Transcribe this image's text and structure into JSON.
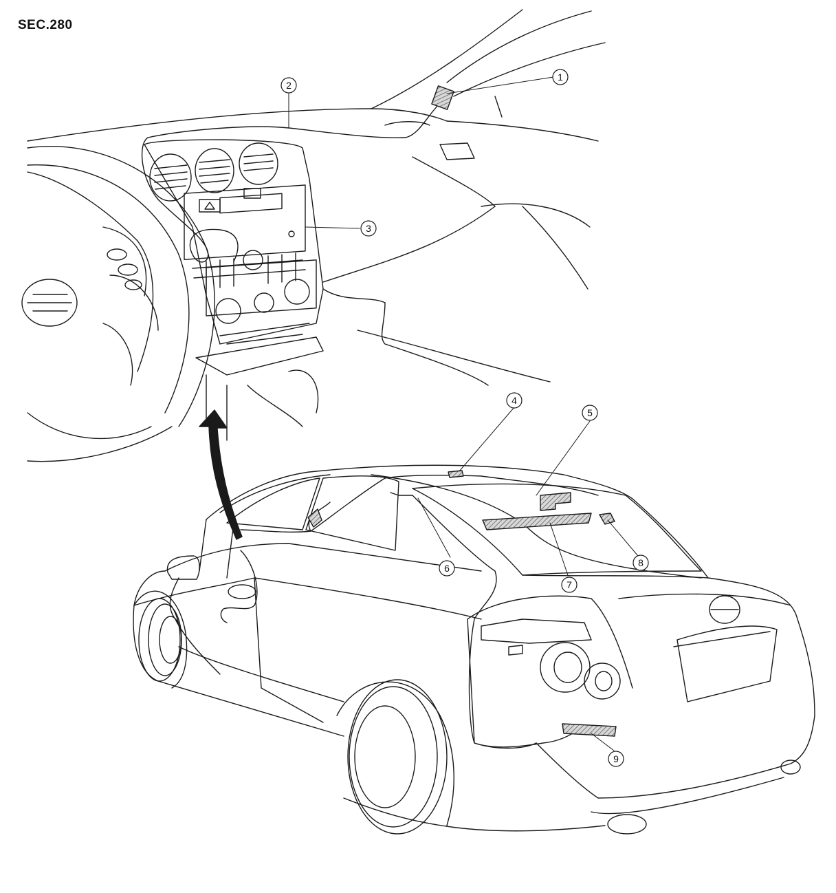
{
  "section_code": "SEC.280",
  "callouts": [
    {
      "id": "1",
      "label": "1"
    },
    {
      "id": "2",
      "label": "2"
    },
    {
      "id": "3",
      "label": "3"
    },
    {
      "id": "4",
      "label": "4"
    },
    {
      "id": "5",
      "label": "5"
    },
    {
      "id": "6",
      "label": "6"
    },
    {
      "id": "7",
      "label": "7"
    },
    {
      "id": "8",
      "label": "8"
    },
    {
      "id": "9",
      "label": "9"
    }
  ],
  "hazard_button_symbol": "warning-triangle",
  "line_color": "#1a1a1a",
  "hatch_color": "#888888"
}
